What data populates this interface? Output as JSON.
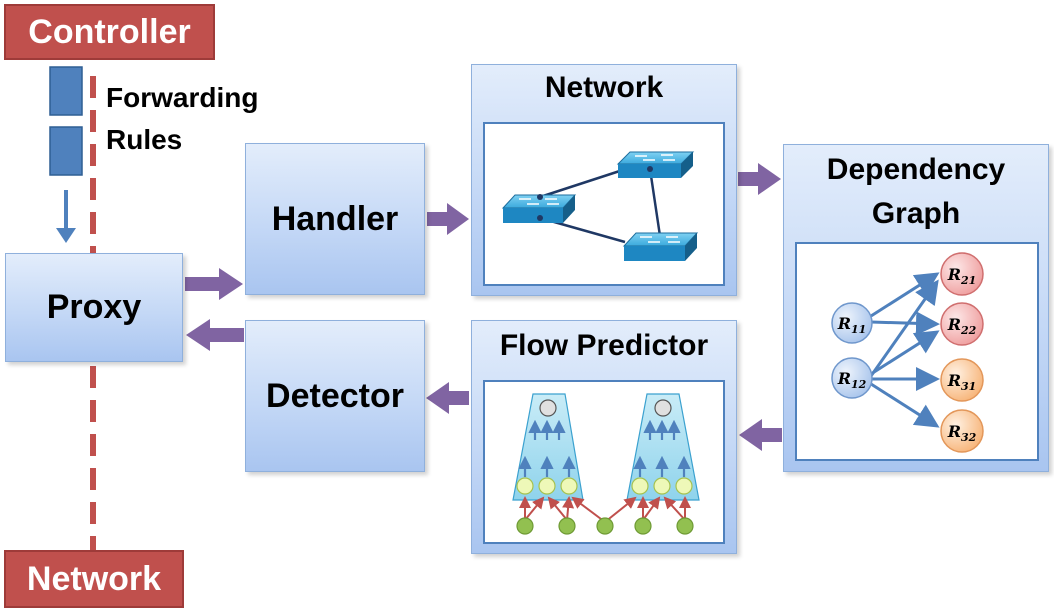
{
  "controller": {
    "label": "Controller"
  },
  "network_bottom": {
    "label": "Network"
  },
  "forwarding_rules": {
    "line1": "Forwarding",
    "line2": "Rules"
  },
  "proxy": {
    "label": "Proxy"
  },
  "handler": {
    "label": "Handler"
  },
  "detector": {
    "label": "Detector"
  },
  "network_box": {
    "title": "Network"
  },
  "flow_predictor": {
    "title": "Flow Predictor"
  },
  "dependency_graph": {
    "title_line1": "Dependency",
    "title_line2": "Graph",
    "nodes": [
      {
        "base": "R",
        "sub": "11",
        "color": "#c5d9f1"
      },
      {
        "base": "R",
        "sub": "12",
        "color": "#c5d9f1"
      },
      {
        "base": "R",
        "sub": "21",
        "color": "#f4b8b8"
      },
      {
        "base": "R",
        "sub": "22",
        "color": "#f4b8b8"
      },
      {
        "base": "R",
        "sub": "31",
        "color": "#fbcf9e"
      },
      {
        "base": "R",
        "sub": "32",
        "color": "#fbcf9e"
      }
    ]
  },
  "colors": {
    "red_box": "#c0504d",
    "box_blue": "#c4d8f6",
    "arrow_purple": "#8064a2",
    "rule_blue": "#4f81bd",
    "nn_input": "#92c050",
    "nn_hidden": "#eef8b8",
    "nn_red_arrow": "#c0504d"
  }
}
